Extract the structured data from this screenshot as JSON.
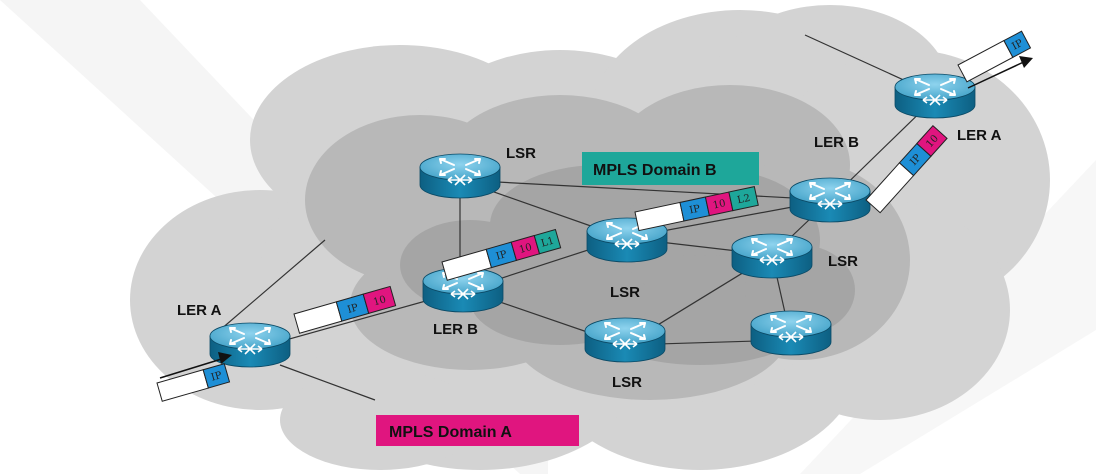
{
  "domains": {
    "a": {
      "label": "MPLS Domain A",
      "color": "#e0157f"
    },
    "b": {
      "label": "MPLS Domain B",
      "color": "#1ea79a"
    }
  },
  "nodes": {
    "ler_a_left": "LER A",
    "ler_b_left": "LER B",
    "lsr_top": "LSR",
    "lsr_center": "LSR",
    "lsr_bottom": "LSR",
    "lsr_right": "LSR",
    "ler_b_right": "LER B",
    "ler_a_right": "LER A"
  },
  "packets": {
    "ingress": {
      "ip": "IP"
    },
    "domain_a": {
      "ip": "IP",
      "label": "10"
    },
    "domain_b_in": {
      "ip": "IP",
      "label_a": "10",
      "label_b": "L1"
    },
    "domain_b_out": {
      "ip": "IP",
      "label_a": "10",
      "label_b": "L2"
    },
    "exit_b": {
      "ip": "IP",
      "label": "10"
    },
    "egress": {
      "ip": "IP"
    }
  },
  "colors": {
    "ip_field": "#1e8fd6",
    "label_field": "#e0157f",
    "l_field": "#1ea79a",
    "router_body": "#1a7fa8",
    "router_top": "#6fc0e0",
    "cloud_outer": "#d2d2d2",
    "cloud_mid": "#b5b5b5",
    "cloud_inner": "#a2a2a2"
  }
}
